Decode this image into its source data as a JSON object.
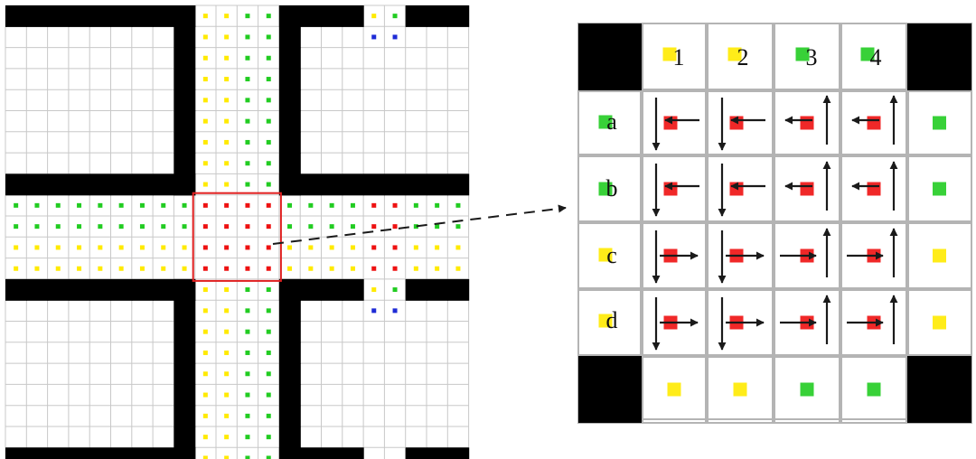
{
  "figure": {
    "colors": {
      "wall": "#000000",
      "grid_line": "#c8c8c8",
      "zoom_grid_line": "#b4b4b4",
      "yellow": "#ffea00",
      "green": "#22cc22",
      "blue": "#1e2bd6",
      "red": "#ee1111",
      "highlight_box": "#e02020",
      "arrow": "#1a1a1a",
      "background": "#ffffff"
    },
    "left_map": {
      "rows": 22,
      "cols": 22,
      "intersection_highlight": {
        "rows": [
          9,
          12
        ],
        "cols": [
          9,
          12
        ]
      }
    },
    "zoom": {
      "column_labels": [
        "1",
        "2",
        "3",
        "4"
      ],
      "row_labels": [
        "a",
        "b",
        "c",
        "d"
      ],
      "column_label_markers": [
        "yellow",
        "yellow",
        "green",
        "green"
      ],
      "row_label_markers": [
        "green",
        "green",
        "yellow",
        "yellow"
      ],
      "bottom_markers": [
        "yellow",
        "yellow",
        "green",
        "green"
      ],
      "right_markers": [
        "green",
        "green",
        "yellow",
        "yellow"
      ],
      "cell_arrows": [
        [
          [
            "down",
            "left"
          ],
          [
            "down",
            "left"
          ],
          [
            "left",
            "up"
          ],
          [
            "left",
            "up"
          ]
        ],
        [
          [
            "down",
            "left"
          ],
          [
            "down",
            "left"
          ],
          [
            "left",
            "up"
          ],
          [
            "left",
            "up"
          ]
        ],
        [
          [
            "down",
            "right"
          ],
          [
            "down",
            "right"
          ],
          [
            "right",
            "up"
          ],
          [
            "right",
            "up"
          ]
        ],
        [
          [
            "down",
            "right"
          ],
          [
            "down",
            "right"
          ],
          [
            "right",
            "up"
          ],
          [
            "right",
            "up"
          ]
        ]
      ]
    }
  }
}
